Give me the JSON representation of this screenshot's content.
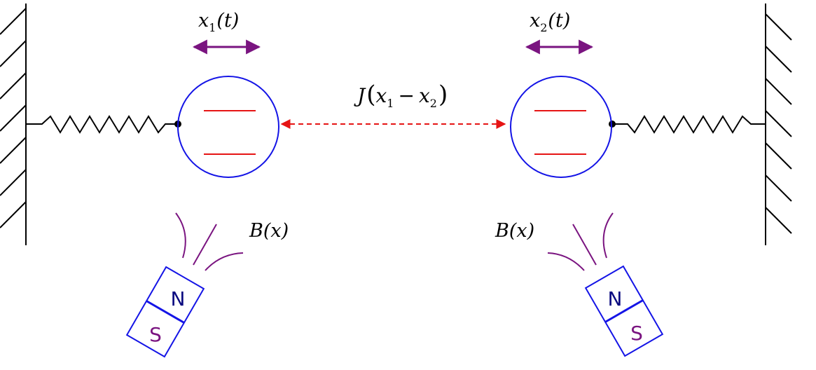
{
  "labels": {
    "x1_var": "x",
    "x1_sub": "1",
    "x1_arg": "(t)",
    "x2_var": "x",
    "x2_sub": "2",
    "x2_arg": "(t)",
    "coupling": {
      "J": "J",
      "open": "(",
      "xa": "x",
      "suba": "1",
      "minus": "−",
      "xb": "x",
      "subb": "2",
      "close": ")"
    },
    "field_left": {
      "B": "B",
      "arg": "(x)"
    },
    "field_right": {
      "B": "B",
      "arg": "(x)"
    }
  },
  "magnets": {
    "left": {
      "north": "N",
      "south": "S"
    },
    "right": {
      "north": "N",
      "south": "S"
    }
  },
  "colors": {
    "wall": "#000000",
    "spring": "#000000",
    "ion_circle": "#1414e6",
    "levels": "#e61414",
    "coupling_arrow": "#e61414",
    "motion_arrow": "#7a1480",
    "field_lines": "#7a1480",
    "magnet_outline": "#1414e6",
    "north_text": "#0a0a80",
    "south_text": "#7a1480"
  },
  "icons": {
    "left_wall": "hatched-wall-icon",
    "right_wall": "hatched-wall-icon",
    "left_magnet": "bar-magnet-icon",
    "right_magnet": "bar-magnet-icon"
  }
}
